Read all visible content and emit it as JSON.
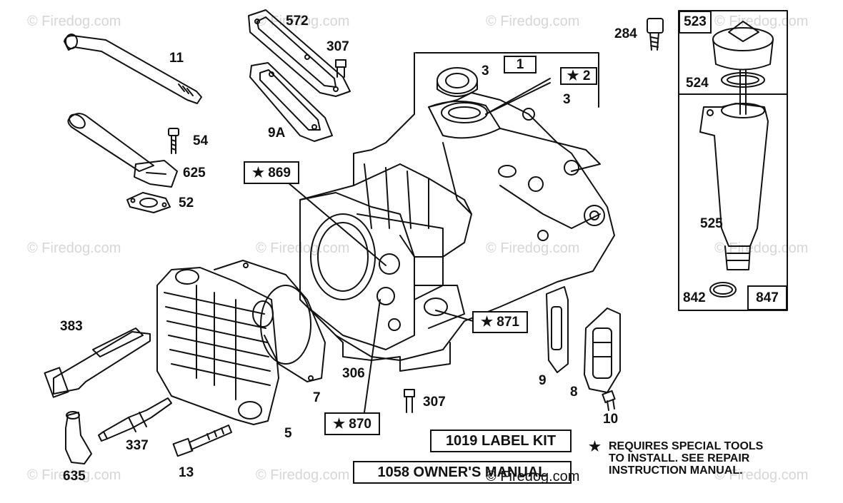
{
  "watermark": "© Firedog.com",
  "copyright_overlay": "© Firedog.com",
  "parts": {
    "p11": "11",
    "p54": "54",
    "p625": "625",
    "p52": "52",
    "p572": "572",
    "p307a": "307",
    "p9A": "9A",
    "p3a": "3",
    "p1": "1",
    "p2": "★ 2",
    "p3b": "3",
    "p284": "284",
    "p523": "523",
    "p524": "524",
    "p525": "525",
    "p842": "842",
    "p847": "847",
    "p869": "★ 869",
    "p871": "★ 871",
    "p870": "★ 870",
    "p383": "383",
    "p337": "337",
    "p635": "635",
    "p13": "13",
    "p5": "5",
    "p7": "7",
    "p306": "306",
    "p307b": "307",
    "p9": "9",
    "p8": "8",
    "p10": "10"
  },
  "label_kit": "1019 LABEL KIT",
  "owners_manual": "1058 OWNER'S MANUAL",
  "note": {
    "star": "★",
    "line1": "REQUIRES SPECIAL TOOLS",
    "line2": "TO INSTALL.  SEE REPAIR",
    "line3": "INSTRUCTION MANUAL."
  }
}
